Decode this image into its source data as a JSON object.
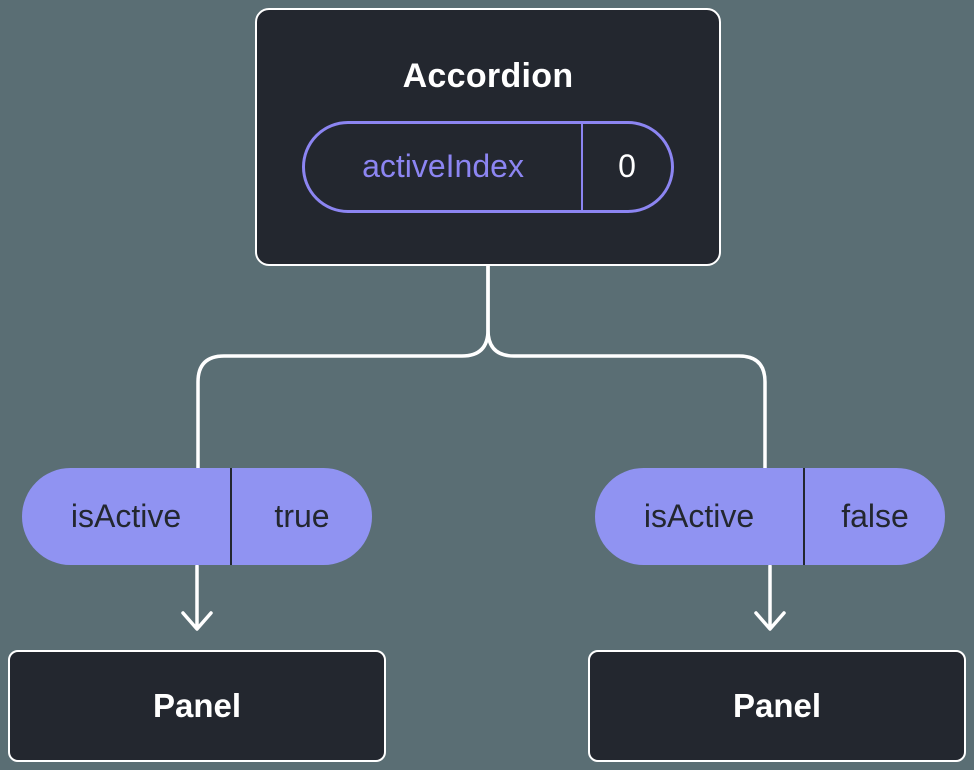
{
  "colors": {
    "background": "#5a6e74",
    "node_fill": "#23272f",
    "node_border": "#ffffff",
    "accent": "#8c85f2",
    "pill_fill": "#9093f2",
    "pill_text": "#23272f",
    "light_text": "#ffffff",
    "connector": "#ffffff"
  },
  "root_node": {
    "title": "Accordion",
    "prop_name": "activeIndex",
    "prop_value": "0"
  },
  "left_branch": {
    "prop_name": "isActive",
    "prop_value": "true",
    "child_title": "Panel"
  },
  "right_branch": {
    "prop_name": "isActive",
    "prop_value": "false",
    "child_title": "Panel"
  }
}
